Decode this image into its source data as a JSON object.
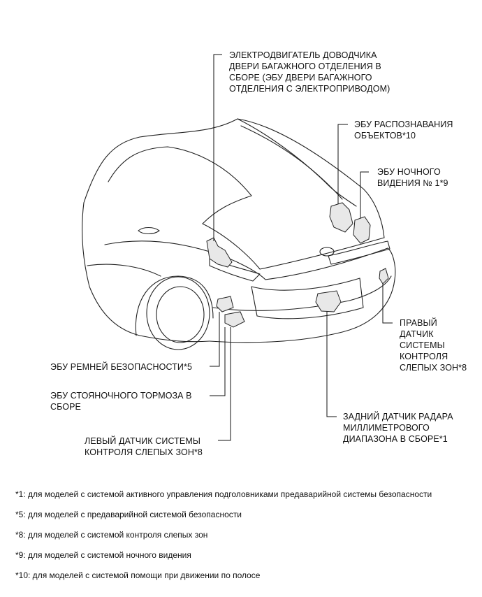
{
  "labels": {
    "tailgate_motor": "ЭЛЕКТРОДВИГАТЕЛЬ ДОВОДЧИКА\nДВЕРИ БАГАЖНОГО ОТДЕЛЕНИЯ В\nСБОРЕ (ЭБУ ДВЕРИ БАГАЖНОГО\nОТДЕЛЕНИЯ С ЭЛЕКТРОПРИВОДОМ)",
    "object_recognition_ecu": "ЭБУ РАСПОЗНАВАНИЯ\nОБЪЕКТОВ*10",
    "night_vision_ecu": "ЭБУ НОЧНОГО\nВИДЕНИЯ № 1*9",
    "right_blind_spot_sensor": "ПРАВЫЙ\nДАТЧИК\nСИСТЕМЫ\nКОНТРОЛЯ\nСЛЕПЫХ ЗОН*8",
    "seatbelt_ecu": "ЭБУ РЕМНЕЙ БЕЗОПАСНОСТИ*5",
    "parking_brake_ecu": "ЭБУ СТОЯНОЧНОГО ТОРМОЗА В\nСБОРЕ",
    "rear_radar_sensor": "ЗАДНИЙ ДАТЧИК РАДАРА\nМИЛЛИМЕТРОВОГО\nДИАПАЗОНА В СБОРЕ*1",
    "left_blind_spot_sensor": "ЛЕВЫЙ ДАТЧИК СИСТЕМЫ\nКОНТРОЛЯ СЛЕПЫХ ЗОН*8"
  },
  "footnotes": [
    "*1: для моделей с системой активного управления подголовниками предаварийной системы безопасности",
    "*5: для моделей с предаварийной системой безопасности",
    "*8: для моделей с системой контроля слепых зон",
    "*9: для моделей с системой ночного видения",
    "*10: для моделей с системой помощи при движении по полосе"
  ]
}
